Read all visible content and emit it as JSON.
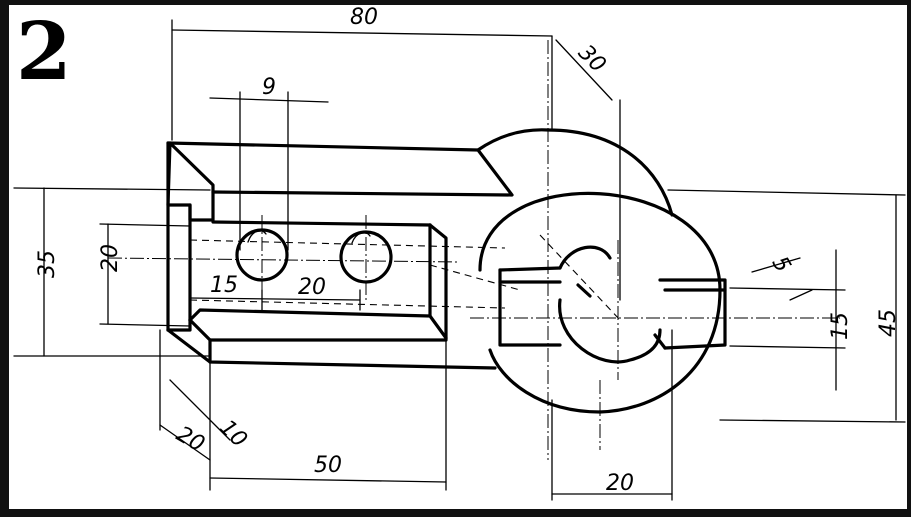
{
  "figure_number": "2",
  "dimensions": {
    "d80": "80",
    "d30": "30",
    "d9": "9",
    "d35": "35",
    "d20_left": "20",
    "d15": "15",
    "d20_holes": "20",
    "d5": "5",
    "d15_right": "15",
    "d45": "45",
    "d10": "10",
    "d20_depth": "20",
    "d50": "50",
    "d20_bottom": "20"
  }
}
